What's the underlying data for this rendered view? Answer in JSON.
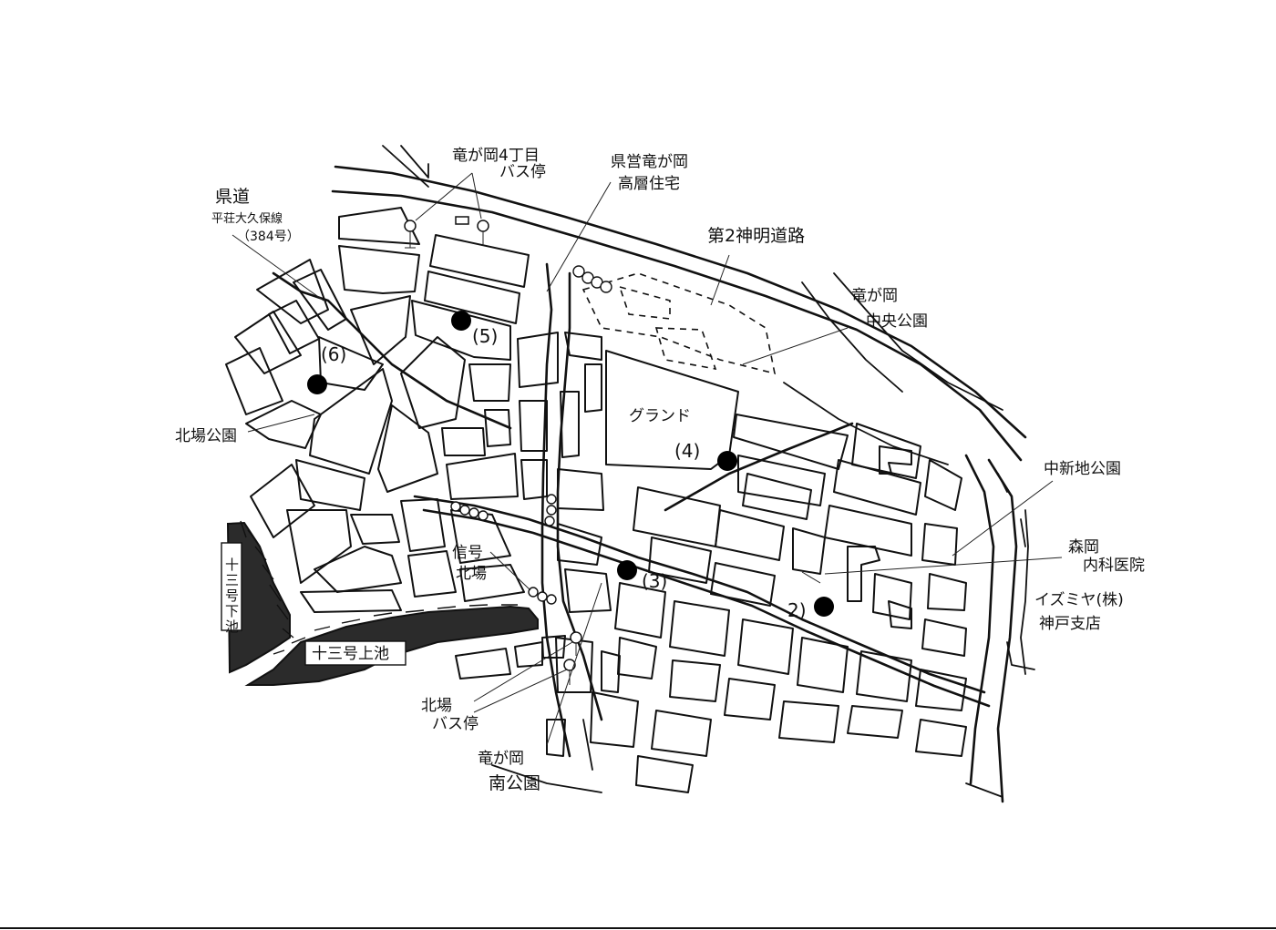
{
  "map": {
    "labels": {
      "bus_stop_4chome": [
        "竜が岡4丁目",
        "バス停"
      ],
      "kenei_housing": [
        "県営竜が岡",
        "高層住宅"
      ],
      "kendo": [
        "県道",
        "平荘大久保線",
        "（384号）"
      ],
      "daini_shinmei": "第2神明道路",
      "chuo_park": [
        "竜が岡",
        "中央公園"
      ],
      "ground": "グランド",
      "kitaba_park": "北場公園",
      "nakashinchi_park": "中新地公園",
      "morioka_clinic": [
        "森岡",
        "内科医院"
      ],
      "izumiya": [
        "イズミヤ(株)",
        "神戸支店"
      ],
      "signal_kitaba": [
        "信号",
        "北場"
      ],
      "kitaba_bus_stop": [
        "北場",
        "バス停"
      ],
      "minami_park": [
        "竜が岡",
        "南公園"
      ],
      "pond_lower": "十三号下池",
      "pond_upper": "十三号上池"
    },
    "markers": [
      {
        "id": "2",
        "label": "2)"
      },
      {
        "id": "3",
        "label": "(3)"
      },
      {
        "id": "4",
        "label": "(4)"
      },
      {
        "id": "5",
        "label": "(5)"
      },
      {
        "id": "6",
        "label": "(6)"
      }
    ],
    "colors": {
      "ink": "#111111",
      "pond": "#2b2b2b",
      "paper": "#ffffff"
    }
  }
}
